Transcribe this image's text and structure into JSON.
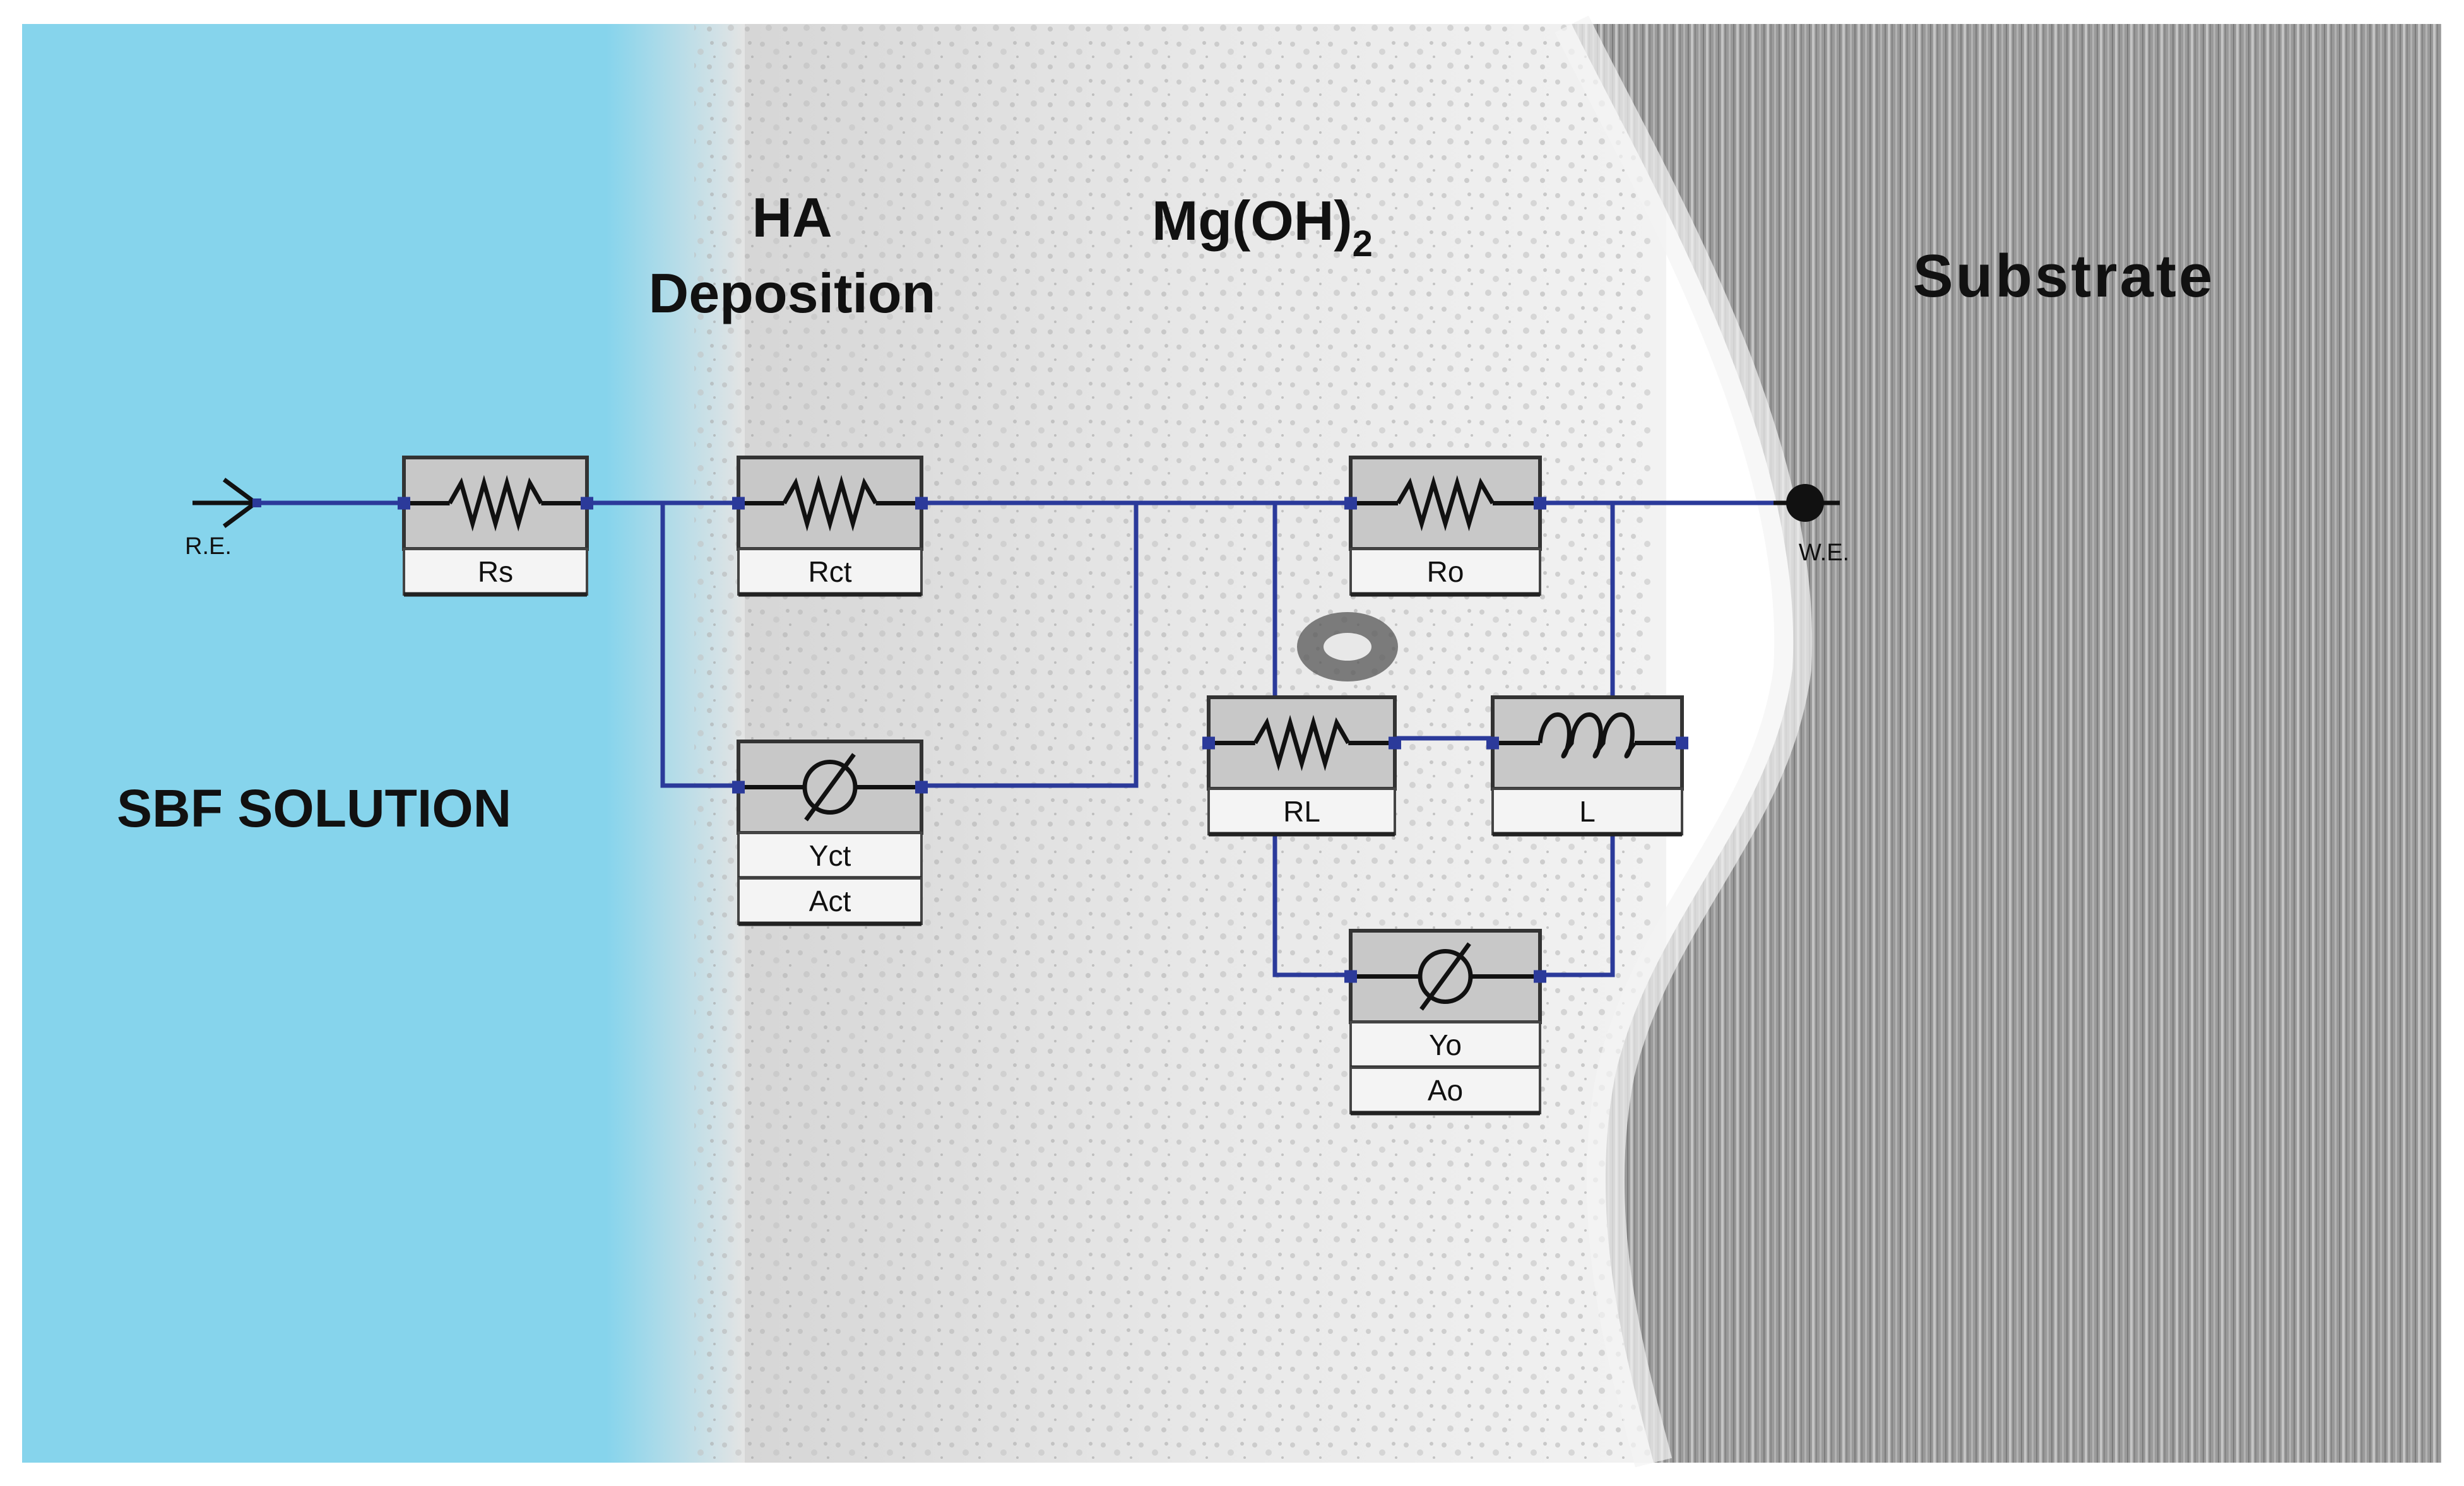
{
  "colors": {
    "solution": "#86d4ec",
    "coating": "#e4e4e4",
    "substrate": "#9a9a9a",
    "wire": "#2b3a9a",
    "component_fill": "#c8c8c8",
    "label_fill": "#f4f4f4"
  },
  "regions": {
    "solution_label": "SBF SOLUTION",
    "ha_label_line1": "HA",
    "ha_label_line2": "Deposition",
    "mgoh_label_base": "Mg(OH)",
    "mgoh_label_sub": "2",
    "substrate_label": "Substrate"
  },
  "terminals": {
    "reference": "R.E.",
    "working": "W.E."
  },
  "components": {
    "rs": {
      "type": "resistor",
      "icon": "resistor-icon",
      "labels": [
        "Rs"
      ]
    },
    "rct": {
      "type": "resistor",
      "icon": "resistor-icon",
      "labels": [
        "Rct"
      ]
    },
    "cpe_ct": {
      "type": "constant-phase-element",
      "icon": "cpe-icon",
      "labels": [
        "Yct",
        "Act"
      ]
    },
    "ro": {
      "type": "resistor",
      "icon": "resistor-icon",
      "labels": [
        "Ro"
      ]
    },
    "rl": {
      "type": "resistor",
      "icon": "resistor-icon",
      "labels": [
        "RL"
      ]
    },
    "l": {
      "type": "inductor",
      "icon": "inductor-icon",
      "labels": [
        "L"
      ]
    },
    "cpe_o": {
      "type": "constant-phase-element",
      "icon": "cpe-icon",
      "labels": [
        "Yo",
        "Ao"
      ]
    }
  }
}
